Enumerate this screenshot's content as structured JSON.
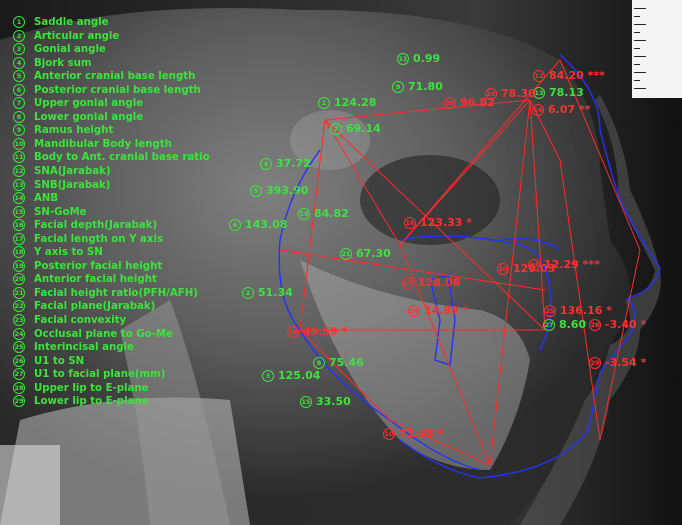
{
  "legend": [
    {
      "n": "1",
      "label": "Saddle angle"
    },
    {
      "n": "2",
      "label": "Articular angle"
    },
    {
      "n": "3",
      "label": "Gonial angle"
    },
    {
      "n": "4",
      "label": "Bjork sum"
    },
    {
      "n": "5",
      "label": "Anterior cranial base length"
    },
    {
      "n": "6",
      "label": "Posterior cranial base length"
    },
    {
      "n": "7",
      "label": "Upper gonial angle"
    },
    {
      "n": "8",
      "label": "Lower gonial angle"
    },
    {
      "n": "9",
      "label": "Ramus height"
    },
    {
      "n": "10",
      "label": "Mandibular Body length"
    },
    {
      "n": "11",
      "label": "Body to Ant. cranial base ratio"
    },
    {
      "n": "12",
      "label": "SNA(Jarabak)"
    },
    {
      "n": "13",
      "label": "SNB(Jarabak)"
    },
    {
      "n": "14",
      "label": "ANB"
    },
    {
      "n": "15",
      "label": "SN-GoMe"
    },
    {
      "n": "16",
      "label": "Facial depth(Jarabak)"
    },
    {
      "n": "17",
      "label": "Facial length on Y axis"
    },
    {
      "n": "18",
      "label": "Y axis to SN"
    },
    {
      "n": "19",
      "label": "Posterior facial height"
    },
    {
      "n": "20",
      "label": "Anterior facial height"
    },
    {
      "n": "21",
      "label": "Facial height ratio(PFH/AFH)"
    },
    {
      "n": "22",
      "label": "Facial plane(Jarabak)"
    },
    {
      "n": "23",
      "label": "Facial convexity"
    },
    {
      "n": "24",
      "label": "Occlusal plane to Go-Me"
    },
    {
      "n": "25",
      "label": "Interincisal angle"
    },
    {
      "n": "26",
      "label": "U1 to SN"
    },
    {
      "n": "27",
      "label": "U1 to facial plane(mm)"
    },
    {
      "n": "28",
      "label": "Upper lip to E-plane"
    },
    {
      "n": "29",
      "label": "Lower lip to E-plane"
    }
  ],
  "measurements": [
    {
      "n": "11",
      "value": "0.99",
      "color": "green"
    },
    {
      "n": "9",
      "value": "71.80",
      "color": "green"
    },
    {
      "n": "1",
      "value": "124.28",
      "color": "green"
    },
    {
      "n": "7",
      "value": "69.14",
      "color": "green"
    },
    {
      "n": "4",
      "value": "37.72",
      "color": "green"
    },
    {
      "n": "5",
      "value": "393.90",
      "color": "green"
    },
    {
      "n": "6",
      "value": "143.08",
      "color": "green"
    },
    {
      "n": "19",
      "value": "84.82",
      "color": "green"
    },
    {
      "n": "21",
      "value": "67.30",
      "color": "green"
    },
    {
      "n": "2",
      "value": "51.34",
      "color": "green"
    },
    {
      "n": "8",
      "value": "75.46",
      "color": "green"
    },
    {
      "n": "3",
      "value": "125.04",
      "color": "green"
    },
    {
      "n": "15",
      "value": "33.50",
      "color": "green"
    },
    {
      "n": "13",
      "value": "78.13",
      "color": "green"
    },
    {
      "n": "27",
      "value": "8.60",
      "color": "green"
    },
    {
      "n": "12",
      "value": "84.20 ***",
      "color": "red"
    },
    {
      "n": "26",
      "value": "96.82",
      "color": "red"
    },
    {
      "n": "22",
      "value": "78.30",
      "color": "red"
    },
    {
      "n": "14",
      "value": "6.07 **",
      "color": "red"
    },
    {
      "n": "16",
      "value": "123.33 *",
      "color": "red"
    },
    {
      "n": "17",
      "value": "128.08",
      "color": "red"
    },
    {
      "n": "20",
      "value": "129.03",
      "color": "red"
    },
    {
      "n": "23",
      "value": "12.29 ***",
      "color": "red"
    },
    {
      "n": "24",
      "value": "14.89 *",
      "color": "red"
    },
    {
      "n": "18",
      "value": "49.59 *",
      "color": "red"
    },
    {
      "n": "25",
      "value": "136.16 *",
      "color": "red"
    },
    {
      "n": "28",
      "value": "-3.40 *",
      "color": "red"
    },
    {
      "n": "29",
      "value": "-3.54 *",
      "color": "red"
    },
    {
      "n": "10",
      "value": "71.38 *",
      "color": "red"
    }
  ],
  "colors": {
    "legend": "#39e539",
    "ok": "#3de33d",
    "alert": "#ff3030",
    "trace": "#2233ff"
  }
}
